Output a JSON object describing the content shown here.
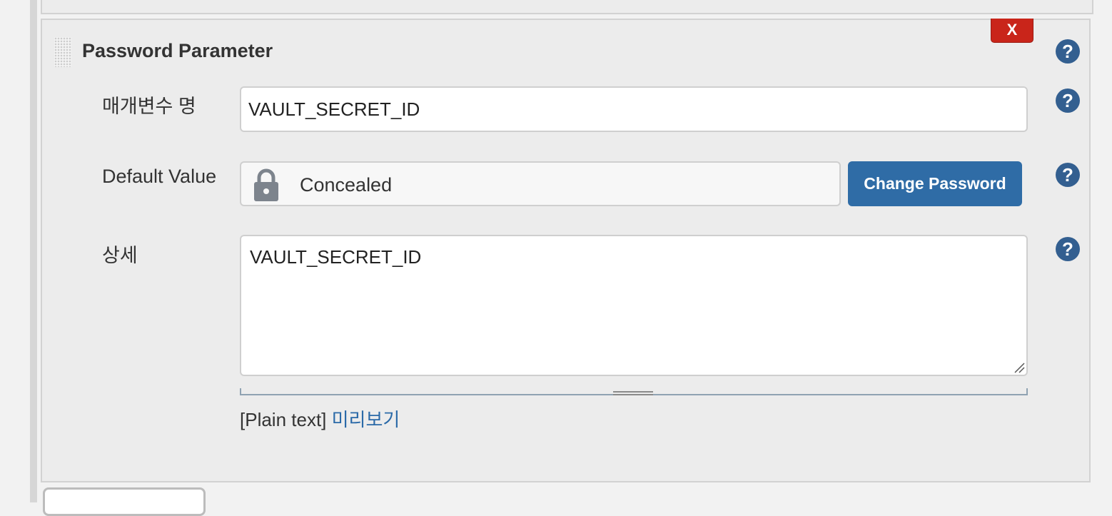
{
  "panel": {
    "title": "Password Parameter",
    "delete_label": "X",
    "help_label": "?"
  },
  "fields": {
    "name": {
      "label": "매개변수 명",
      "value": "VAULT_SECRET_ID"
    },
    "default_value": {
      "label": "Default Value",
      "concealed_text": "Concealed",
      "change_button": "Change Password",
      "icon": "lock-icon"
    },
    "description": {
      "label": "상세",
      "value": "VAULT_SECRET_ID"
    }
  },
  "description_footer": {
    "format_text": "[Plain text]",
    "preview_link": "미리보기"
  },
  "colors": {
    "delete": "#c9251a",
    "primary_button": "#2f6ca6",
    "help_icon": "#335f90",
    "link": "#2b6aa8"
  }
}
